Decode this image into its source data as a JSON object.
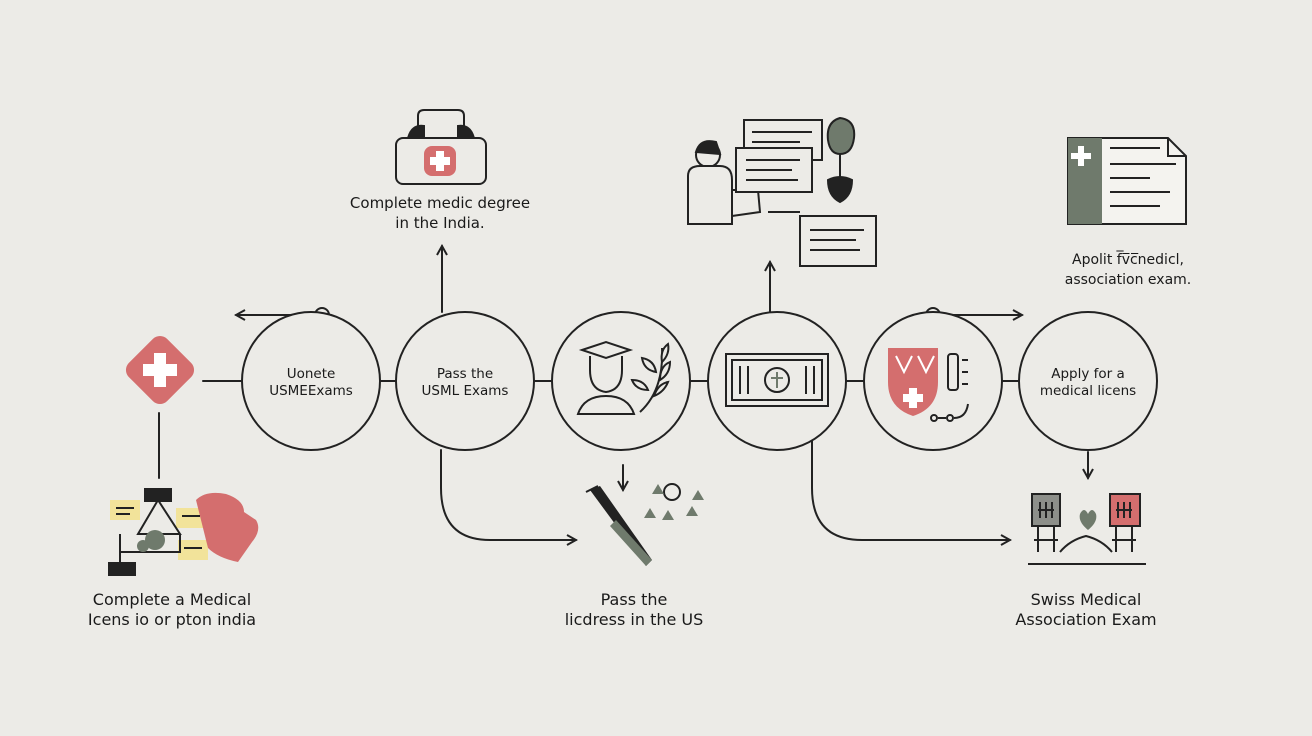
{
  "colors": {
    "background": "#ecebe7",
    "ink": "#222222",
    "accent_red": "#d46e6e",
    "accent_green": "#6f7a6c",
    "accent_yellow": "#f2e39a"
  },
  "nodes": [
    {
      "id": "n1",
      "lines": [
        "Uonete",
        "USMEExams"
      ]
    },
    {
      "id": "n2",
      "lines": [
        "Pass the",
        "USML Exams"
      ]
    },
    {
      "id": "n3",
      "lines": []
    },
    {
      "id": "n4",
      "lines": []
    },
    {
      "id": "n5",
      "lines": []
    },
    {
      "id": "n6",
      "lines": [
        "Apply for a",
        "medical licens"
      ]
    }
  ],
  "captions": {
    "top_left": [
      "Complete medic degree",
      "in the India."
    ],
    "top_right": [
      "Apolit f̅v̅c̅nedicl,",
      "association exam."
    ],
    "bottom_left": [
      "Complete a Medical",
      "Icens io or pton india"
    ],
    "bottom_center": [
      "Pass the",
      "licdress in the US"
    ],
    "bottom_right": [
      "Swiss Medical",
      "Association Exam"
    ]
  },
  "icons": [
    "medical-cross-diamond-icon",
    "medical-bag-icon",
    "person-with-documents-icon",
    "medical-document-icon",
    "graduate-with-laurel-icon",
    "certificate-seal-icon",
    "shield-cross-icon",
    "sticky-notes-flowchart-icon",
    "scalpel-icon",
    "two-figures-heart-icon"
  ]
}
